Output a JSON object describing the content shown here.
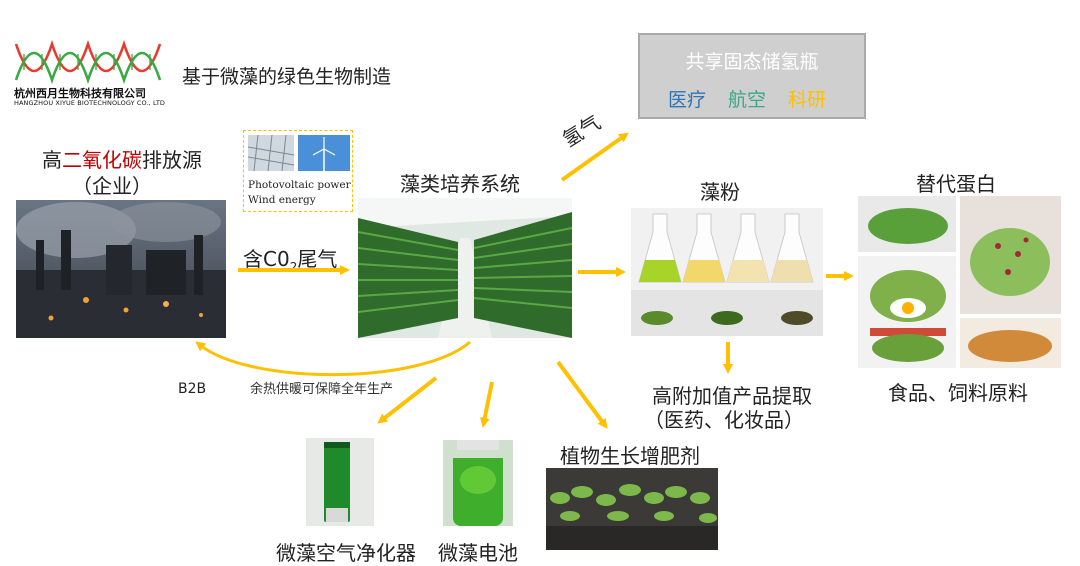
{
  "logo": {
    "company_cn": "杭州西月生物科技有限公司",
    "company_en": "HANGZHOU XIYUE BIOTECHNOLOGY CO., LTD"
  },
  "slogan": "基于微藻的绿色生物制造",
  "source": {
    "line1_pre": "高",
    "line1_red": "二氧化碳",
    "line1_post": "排放源",
    "line2": "（企业）"
  },
  "energy": {
    "line1": "Photovoltaic power",
    "line2": "Wind energy"
  },
  "exhaust": {
    "pre": "含C0",
    "sub": "2",
    "post": "尾气"
  },
  "culture_label": "藻类培养系统",
  "hydrogen_label": "氢气",
  "storage": {
    "title": "共享固态储氢瓶",
    "items": [
      {
        "label": "医疗",
        "color": "#2e75b6"
      },
      {
        "label": "航空",
        "color": "#3aa889"
      },
      {
        "label": "科研",
        "color": "#ffc000"
      }
    ]
  },
  "powder_label": "藻粉",
  "protein_label": "替代蛋白",
  "food_label": "食品、饲料原料",
  "highvalue": {
    "line1": "高附加值产品提取",
    "line2": "（医药、化妆品）"
  },
  "b2b_label": "B2B",
  "heat_label": "余热供暖可保障全年生产",
  "fertilizer_label": "植物生长增肥剂",
  "purifier_label": "微藻空气净化器",
  "battery_label": "微藻电池",
  "colors": {
    "arrow": "#ffc000",
    "red_text": "#c00000"
  }
}
